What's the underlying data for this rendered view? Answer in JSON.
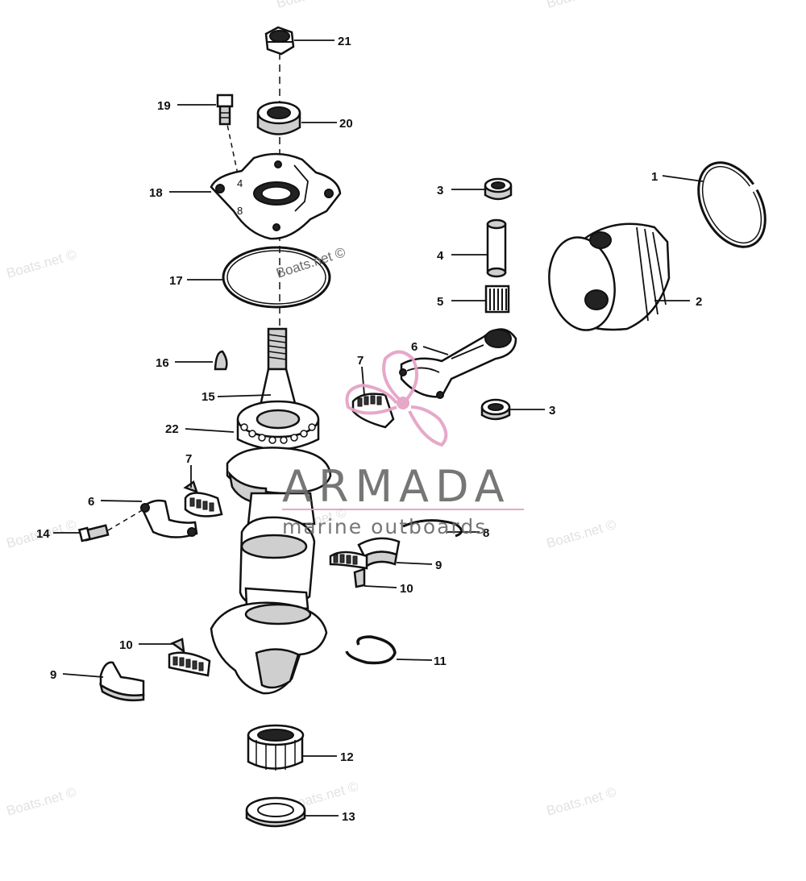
{
  "watermarks": {
    "text": "Boats.net ©"
  },
  "logo": {
    "brand": "ARMADA",
    "tagline": "marine outboards",
    "colors": {
      "propeller": "#e4a1c5",
      "text": "#6b6b6b",
      "rule": "#e4a1c5"
    }
  },
  "callouts": [
    "21",
    "19",
    "20",
    "18",
    "1",
    "3",
    "4",
    "17",
    "5",
    "2",
    "16",
    "6",
    "7",
    "15",
    "3",
    "22",
    "7",
    "6",
    "14",
    "8",
    "9",
    "10",
    "10",
    "9",
    "11",
    "12",
    "13"
  ]
}
